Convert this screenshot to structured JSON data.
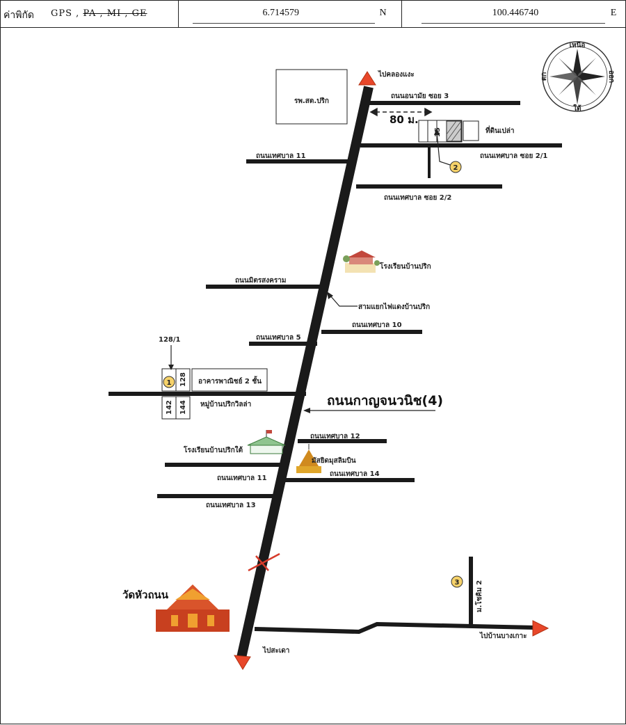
{
  "header": {
    "label": "ค่าพิกัด",
    "gps_prefix": "GPS ,",
    "gps_struck": "PA , MI , GE",
    "lat": "6.714579",
    "lat_unit": "N",
    "lon": "100.446740",
    "lon_unit": "E"
  },
  "compass": {
    "north": "เหนือ",
    "south": "ใต้",
    "west": "ตก",
    "east": "ออก"
  },
  "places": {
    "hospital": "รพ.สต.ปริก",
    "to_top": "ไปคลองแงะ",
    "to_bottom": "ไปสะเดา",
    "to_east": "ไปบ้านบางเกาะ",
    "distance": "80 ม.",
    "vacant_land": "ที่ดินเปล่า",
    "school1": "โรงเรียนบ้านปริก",
    "traffic_light": "สามแยกไฟแดงบ้านปริก",
    "main_road": "ถนนกาญจนวนิช(4)",
    "shophouse": "อาคารพาณิชย์ 2 ชั้น",
    "village": "หมู่บ้านปริกวิลล่า",
    "school2": "โรงเรียนบ้านปริกใต้",
    "mosque": "มัสยิดมุสลิมบิน",
    "temple": "วัดหัวถนน",
    "moo": "ม.โชคิม 2",
    "house_128_1": "128/1",
    "house_128": "128",
    "house_142": "142",
    "house_144": "144",
    "lot_15": "15"
  },
  "roads": {
    "r_anamai3": "ถนนอนามัย ซอย 3",
    "r_thesaban11_top": "ถนนเทศบาล 11",
    "r_thesaban2_1": "ถนนเทศบาล ซอย 2/1",
    "r_thesaban2_2": "ถนนเทศบาล ซอย 2/2",
    "r_mitsongkhram": "ถนนมิตรสงคราม",
    "r_thesaban10": "ถนนเทศบาล 10",
    "r_thesaban5": "ถนนเทศบาล 5",
    "r_thesaban12": "ถนนเทศบาล 12",
    "r_thesaban14": "ถนนเทศบาล 14",
    "r_thesaban11_bottom": "ถนนเทศบาล 11",
    "r_thesaban13": "ถนนเทศบาล 13"
  },
  "markers": {
    "m1": "1",
    "m2": "2",
    "m3": "3"
  },
  "colors": {
    "arrow": "#e8472a",
    "road": "#1a1a1a",
    "marker": "#f6d26a",
    "temple": "#c8401f"
  }
}
